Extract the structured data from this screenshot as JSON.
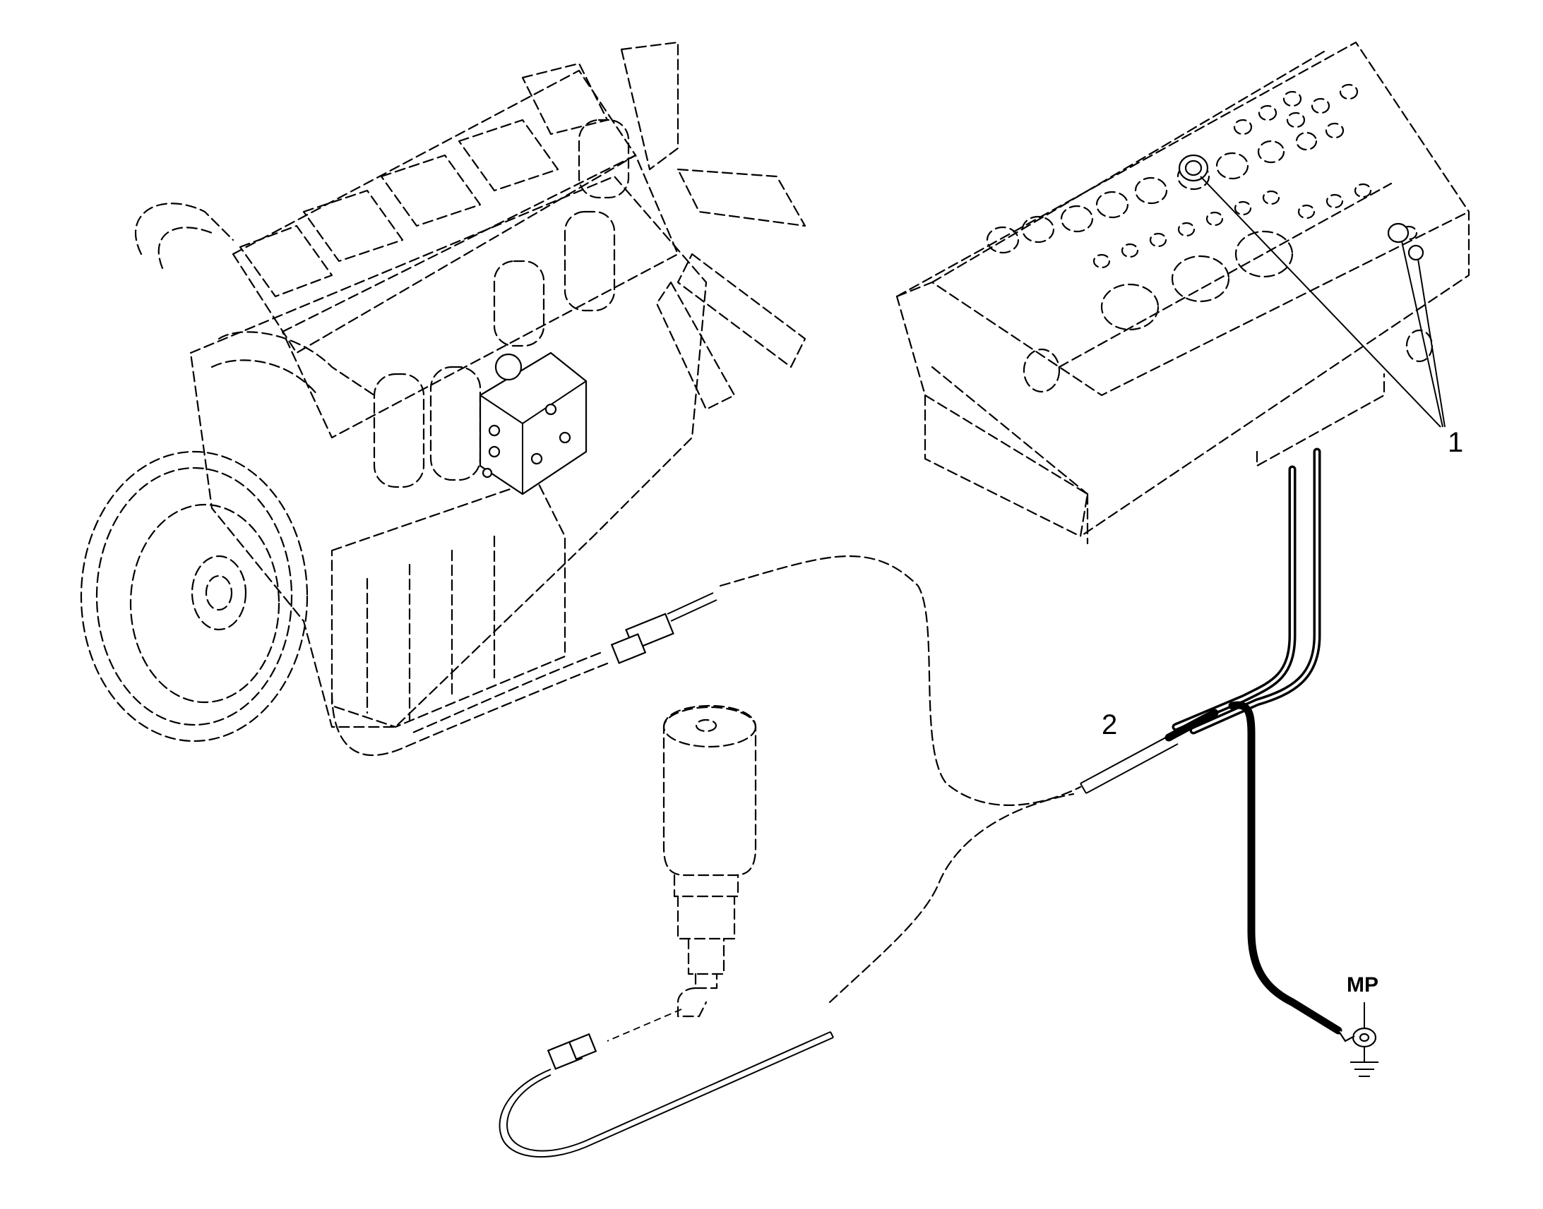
{
  "callouts": [
    {
      "id": "1",
      "label": "1"
    },
    {
      "id": "2",
      "label": "2"
    }
  ],
  "ground_point": {
    "label": "MP"
  }
}
